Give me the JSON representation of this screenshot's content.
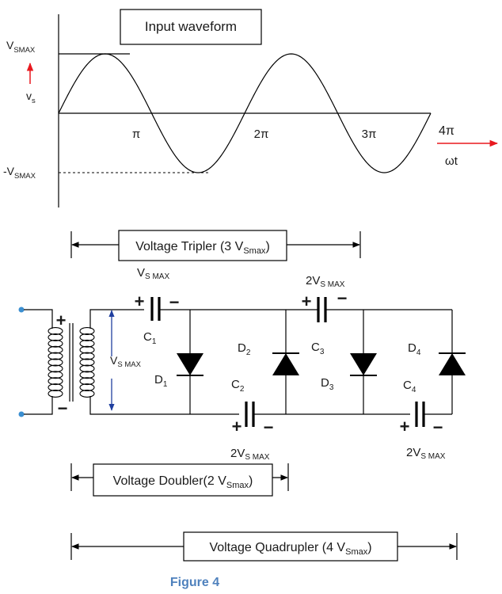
{
  "waveform": {
    "title": "Input waveform",
    "vmax_label": "V",
    "vmax_sub": "SMAX",
    "vs_label": "v",
    "vs_sub": "s",
    "neg_vmax_label": "-V",
    "neg_vmax_sub": "SMAX",
    "ticks": [
      "π",
      "2π",
      "3π",
      "4π"
    ],
    "wt_label": "ωt"
  },
  "circuit": {
    "tripler_label": "Voltage Tripler (3 V",
    "tripler_sub": "Smax",
    "tripler_close": ")",
    "doubler_label": "Voltage Doubler(2 V",
    "doubler_sub": "Smax",
    "doubler_close": ")",
    "quadrupler_label": "Voltage Quadrupler (4 V",
    "quadrupler_sub": "Smax",
    "quadrupler_close": ")",
    "c1_voltage_main": "V",
    "c1_voltage_sub": "S MAX",
    "c3_voltage_main": "2V",
    "c3_voltage_sub": "S MAX",
    "c2_voltage_main": "2V",
    "c2_voltage_sub": "S MAX",
    "c4_voltage_main": "2V",
    "c4_voltage_sub": "S MAX",
    "secondary_main": "V",
    "secondary_sub": "S MAX",
    "plus": "+",
    "minus": "−",
    "c1": "C",
    "c1_sub": "1",
    "c2": "C",
    "c2_sub": "2",
    "c3": "C",
    "c3_sub": "3",
    "c4": "C",
    "c4_sub": "4",
    "d1": "D",
    "d1_sub": "1",
    "d2": "D",
    "d2_sub": "2",
    "d3": "D",
    "d3_sub": "3",
    "d4": "D",
    "d4_sub": "4"
  },
  "caption": "Figure 4",
  "colors": {
    "arrow": "#e8191f",
    "caption": "#4f81bd",
    "secondary_arrow": "#1f3f9f",
    "terminal": "#3b8fd1"
  }
}
